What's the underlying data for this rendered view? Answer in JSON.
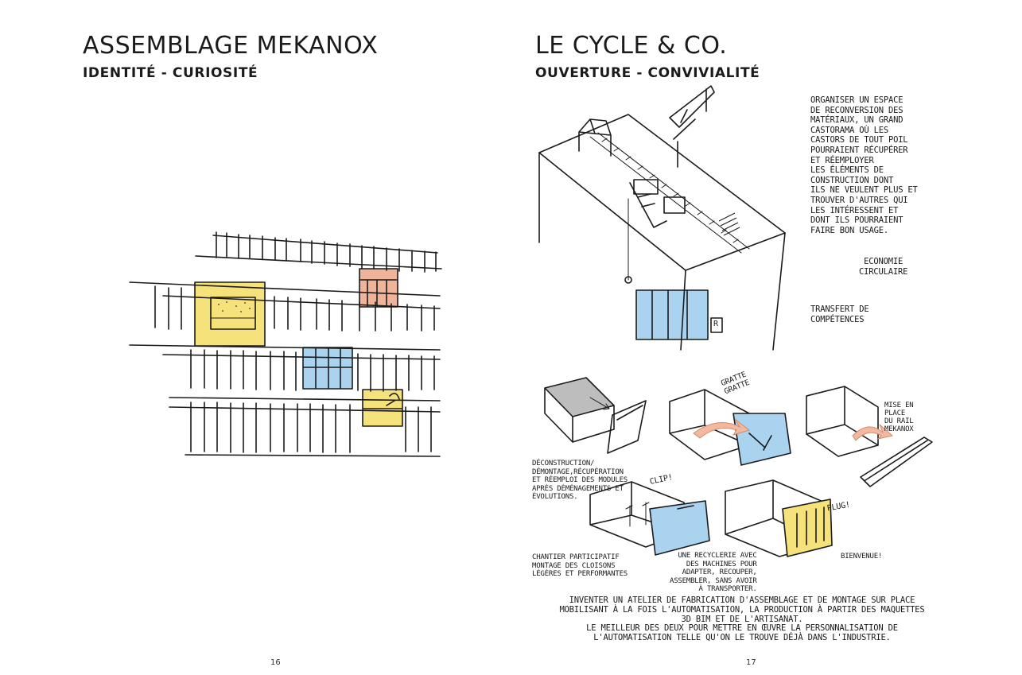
{
  "left": {
    "title": "ASSEMBLAGE MEKANOX",
    "subtitle": "IDENTITÉ - CURIOSITÉ",
    "page_number": "16"
  },
  "right": {
    "title": "LE CYCLE & CO.",
    "subtitle": "OUVERTURE - CONVIVIALITÉ",
    "intro_lines": [
      "ORGANISER UN ESPACE",
      "DE RECONVERSION DES",
      "MATÉRIAUX, UN GRAND",
      "CASTORAMA OÙ LES",
      "CASTORS DE TOUT POIL",
      "POURRAIENT RÉCUPÉRER",
      "ET RÉEMPLOYER",
      "LES ÉLÉMENTS DE",
      "CONSTRUCTION DONT",
      "ILS NE VEULENT PLUS ET",
      "TROUVER D'AUTRES QUI",
      "LES INTÉRESSENT ET",
      "DONT ILS POURRAIENT",
      "FAIRE BON USAGE."
    ],
    "tag_economie": [
      "ECONOMIE",
      "CIRCULAIRE"
    ],
    "tag_transfert": [
      "TRANSFERT DE",
      "COMPÉTENCES"
    ],
    "sign_letter": "R",
    "label_gratte": [
      "GRATTE",
      "GRATTE"
    ],
    "label_mise": [
      "MISE EN",
      "PLACE",
      "DU RAIL",
      "MEKANOX"
    ],
    "label_deconstruction": [
      "DÉCONSTRUCTION/",
      "DÉMONTAGE,RÉCUPÉRATION",
      "ET RÉEMPLOI DES MODULES",
      "APRÈS DÉMÉNAGEMENTS ET",
      "ÉVOLUTIONS."
    ],
    "label_clip": "CLIP!",
    "label_plug": "PLUG!",
    "label_chantier": [
      "CHANTIER PARTICIPATIF",
      "MONTAGE DES CLOISONS",
      "LÉGÈRES ET PERFORMANTES"
    ],
    "label_recyclerie": [
      "UNE RECYCLERIE AVEC",
      "DES MACHINES POUR",
      "ADAPTER, RECOUPER,",
      "ASSEMBLER, SANS AVOIR",
      "À TRANSPORTER."
    ],
    "label_bienvenue": "BIENVENUE!",
    "bottom_lines": [
      "INVENTER UN ATELIER DE FABRICATION D'ASSEMBLAGE ET DE MONTAGE SUR PLACE",
      "MOBILISANT À LA FOIS L'AUTOMATISATION, LA PRODUCTION À PARTIR DES MAQUETTES",
      "3D BIM ET DE L'ARTISANAT.",
      "LE MEILLEUR DES DEUX POUR METTRE EN ŒUVRE LA PERSONNALISATION DE",
      "L'AUTOMATISATION TELLE QU'ON LE TROUVE DÉJÀ DANS L'INDUSTRIE."
    ],
    "page_number": "17"
  },
  "colors": {
    "yellow": "#f6e27a",
    "salmon": "#f0b49a",
    "blue": "#a9d3ee",
    "grey_fill": "#bdbdbd",
    "arrow": "#f2b9a0",
    "ink": "#1b1b1b"
  }
}
